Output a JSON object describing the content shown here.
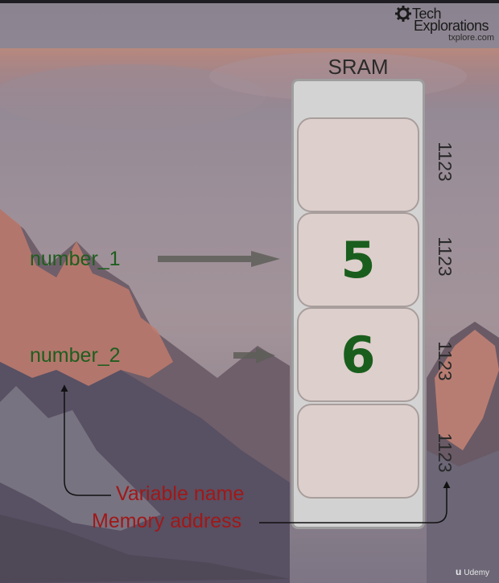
{
  "logo": {
    "line1": "Tech",
    "line2": "Explorations",
    "url": "txplore.com"
  },
  "sram": {
    "title": "SRAM",
    "cells": [
      {
        "value": "",
        "address": "1123"
      },
      {
        "value": "5",
        "address": "1123"
      },
      {
        "value": "6",
        "address": "1123"
      },
      {
        "value": "",
        "address": "1123"
      }
    ]
  },
  "variables": [
    {
      "name": "number_1"
    },
    {
      "name": "number_2"
    }
  ],
  "legend": {
    "variable_name": "Variable name",
    "memory_address": "Memory address"
  },
  "watermark": {
    "label": "Udemy"
  },
  "colors": {
    "variable_text": "#1e5e1e",
    "cell_value": "#1a5e1d",
    "legend_text": "#a01818",
    "cell_fill": "#ddcfcc",
    "sram_column": "#d7d7d7"
  }
}
